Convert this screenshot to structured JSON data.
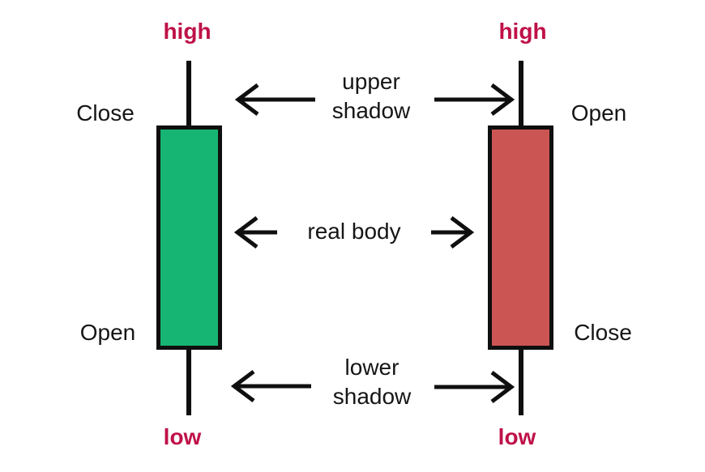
{
  "colors": {
    "background": "#ffffff",
    "bullish_body": "#17b573",
    "bearish_body": "#cb5553",
    "high_low_text": "#bf1148",
    "line_ink": "#0f0f0f",
    "label_text": "#161616"
  },
  "bullish_candle": {
    "high": "high",
    "top_label": "Close",
    "bottom_label": "Open",
    "low": "low"
  },
  "bearish_candle": {
    "high": "high",
    "top_label": "Open",
    "bottom_label": "Close",
    "low": "low"
  },
  "annotations": {
    "upper_shadow": "upper\nshadow",
    "real_body": "real body",
    "lower_shadow": "lower\nshadow"
  }
}
